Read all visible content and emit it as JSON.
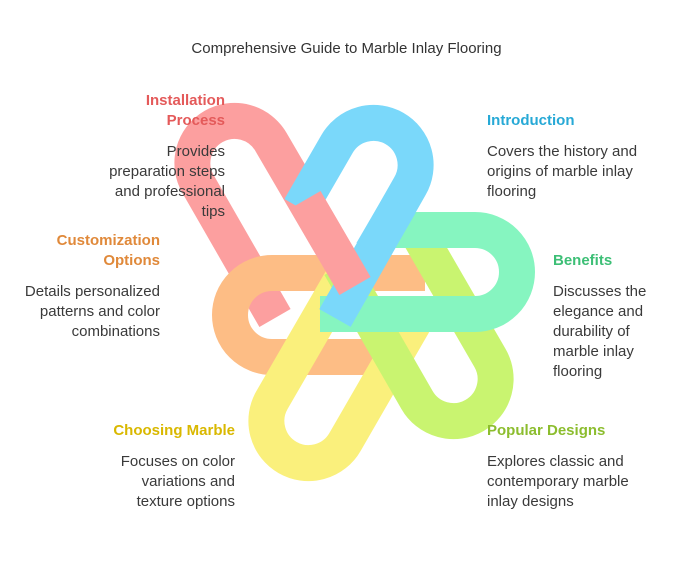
{
  "title": "Comprehensive Guide to Marble Inlay Flooring",
  "sections": {
    "introduction": {
      "heading": "Introduction",
      "body": "Covers the history and origins of marble inlay flooring",
      "color": "#27a9d6"
    },
    "benefits": {
      "heading": "Benefits",
      "body": "Discusses the elegance and durability of marble inlay flooring",
      "color": "#3dbf76"
    },
    "popular_designs": {
      "heading": "Popular Designs",
      "body": "Explores classic and contemporary marble inlay designs",
      "color": "#8cbd2e"
    },
    "choosing_marble": {
      "heading": "Choosing Marble",
      "body": "Focuses on color variations and texture options",
      "color": "#d9b800"
    },
    "customization": {
      "heading": "Customization Options",
      "body": "Details personalized patterns and color combinations",
      "color": "#e0893a"
    },
    "installation": {
      "heading": "Installation Process",
      "body": "Provides preparation steps and professional tips",
      "color": "#e45a5a"
    }
  },
  "shapes": {
    "introduction": "#7ad8fa",
    "benefits": "#86f5c0",
    "popular_designs": "#c9f470",
    "choosing_marble": "#faf07c",
    "customization": "#fdbd85",
    "installation": "#fc9f9f"
  }
}
